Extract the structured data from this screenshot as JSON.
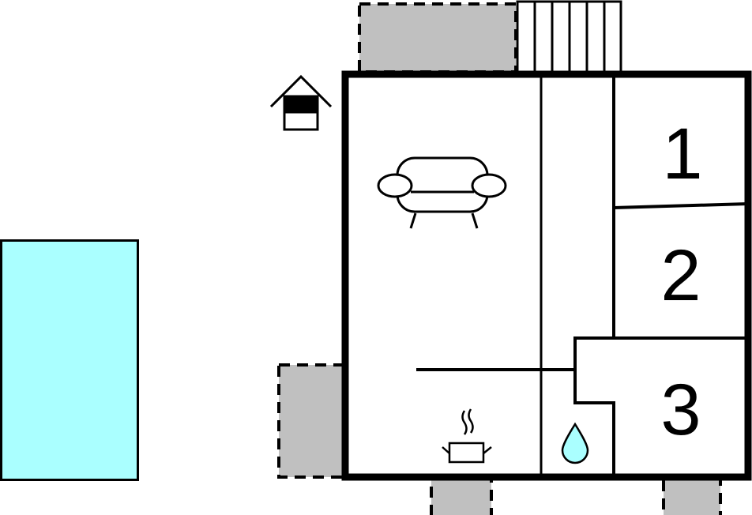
{
  "floor_plan": {
    "colors": {
      "wall": "#000000",
      "terrace": "#c0c0c0",
      "pool": "#aaffff",
      "water_drop": "#aaffff",
      "background": "#ffffff"
    },
    "icons": [
      "house-entrance-icon",
      "sofa-icon",
      "cooking-pot-icon",
      "water-drop-icon",
      "stairs-icon"
    ],
    "rooms": [
      {
        "name": "bedroom-1",
        "label": "1"
      },
      {
        "name": "bedroom-2",
        "label": "2"
      },
      {
        "name": "bedroom-3",
        "label": "3"
      }
    ],
    "areas": {
      "living": "sofa-icon",
      "kitchen": "cooking-pot-icon",
      "bathroom": "water-drop-icon",
      "outdoor_pool": "pool",
      "terraces": 4
    }
  }
}
